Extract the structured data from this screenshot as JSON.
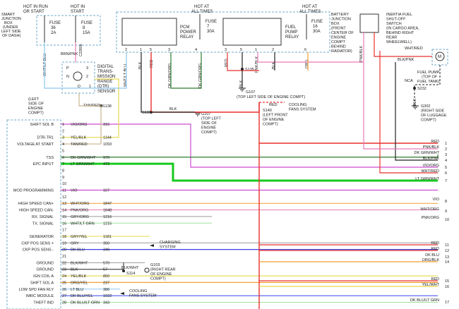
{
  "top_left": {
    "hot_run_start": [
      "HOT IN RUN",
      "OR START"
    ],
    "hot_start": [
      "HOT IN",
      "START"
    ],
    "smart_jb": [
      "SMART",
      "JUNCTION",
      "BOX",
      "(UNDER",
      "LEFT SIDE",
      "OF DASH)"
    ],
    "fuse36": [
      "FUSE",
      "36",
      "2A"
    ],
    "fuse8": [
      "FUSE",
      "8",
      "15A"
    ],
    "brn_pnk": "BRN/PNK",
    "wht_lt_blu": "WHT/LT BLU",
    "c2280b": "C2280b",
    "dtr": [
      "DIGITAL",
      "TRANS-",
      "MISSION",
      "RANGE",
      "(DTR)",
      "SENSOR"
    ],
    "dtr_pins": [
      "P",
      "N",
      "D",
      "3",
      "2",
      "1"
    ]
  },
  "bjb": {
    "hot_all_times_a": [
      "HOT AT",
      "ALL TIMES"
    ],
    "hot_all_times_b": [
      "HOT AT",
      "ALL TIMES"
    ],
    "pcm_relay": [
      "PCM",
      "POWER",
      "RELAY"
    ],
    "fuse7": [
      "FUSE",
      "7",
      "30A"
    ],
    "fuel_relay": [
      "FUEL",
      "PUMP",
      "RELAY"
    ],
    "fuse16": [
      "FUSE",
      "16",
      "30A"
    ],
    "box_label": [
      "BATTERY",
      "JUNCTION",
      "BOX",
      "(FRONT",
      "CENTER OF",
      "ENGINE",
      "COMPT",
      "BEHIND",
      "RADIATOR)"
    ],
    "pins": [
      "2",
      "1",
      "5",
      "3",
      "4",
      "3",
      "5",
      "1",
      "2",
      "6"
    ],
    "wires": [
      "WHT/LT BLU",
      "BLK",
      "RED",
      "DK GRN/ORG",
      "DK GRN/ORG",
      "RED",
      "BLK",
      "PNK/BLK",
      "BLK",
      "ORG"
    ],
    "s135": "S135",
    "g107": [
      "G107",
      "(TOP LEFT SIDE OF ENGINE COMPT)"
    ],
    "s140": [
      "S140",
      "(LEFT FRONT",
      "OF ENGINE",
      "COMPT)"
    ],
    "cooling": [
      "COOLING",
      "FANS SYSTEM"
    ],
    "red": "RED",
    "blk": "BLK"
  },
  "left_mid": {
    "left_engine": [
      "(LEFT",
      "SIDE OF",
      "ENGINE",
      "COMPT)"
    ],
    "tan_red": "TAN/RED",
    "s138": "S138",
    "s137": "S137",
    "g107b": [
      "G107",
      "(TOP LEFT",
      "SIDE OF",
      "ENGINE",
      "COMPT)"
    ]
  },
  "right_side": {
    "inertia": [
      "INERTIA FUEL",
      "SHUT-OFF",
      "SWITCH",
      "(IN CARGO AREA,",
      "BEHIND RIGHT",
      "REAR",
      "WHEELWELL)"
    ],
    "pnk_blk": "PNK/BLK",
    "wht_red": "WHT/RED",
    "blk_pnk": "BLK/PNK",
    "fuel_pump": [
      "FUEL PUMP",
      "(TOP OF",
      "FUEL TANK)"
    ],
    "nca": "NCA",
    "s232": "S232",
    "g302": [
      "G302",
      "(RIGHT SIDE",
      "OF LUGGAGE",
      "COMPT)"
    ],
    "motor": "M"
  },
  "pcm_rows": [
    {
      "label": "SHIFT SOL B",
      "pin": "1",
      "color": "VIO/ORG",
      "circuit": "315"
    },
    {
      "label": "",
      "pin": "2",
      "color": "",
      "circuit": ""
    },
    {
      "label": "DTR-TR1",
      "pin": "3",
      "color": "YEL/BLK",
      "circuit": "1144"
    },
    {
      "label": "VOLTAGE AT START",
      "pin": "4",
      "color": "TAN/RED",
      "circuit": "1093"
    },
    {
      "label": "",
      "pin": "5",
      "color": "",
      "circuit": ""
    },
    {
      "label": "TSS",
      "pin": "6",
      "color": "DK GRN/WHT",
      "circuit": "970"
    },
    {
      "label": "EPC INPUT",
      "pin": "7",
      "color": "LT GRN/WHT",
      "circuit": "472"
    },
    {
      "label": "",
      "pin": "8",
      "color": "",
      "circuit": ""
    },
    {
      "label": "",
      "pin": "9",
      "color": "",
      "circuit": ""
    },
    {
      "label": "",
      "pin": "10",
      "color": "",
      "circuit": ""
    },
    {
      "label": "MOD PROGRAMMING",
      "pin": "11",
      "color": "VIO",
      "circuit": "107"
    },
    {
      "label": "",
      "pin": "12",
      "color": "",
      "circuit": ""
    },
    {
      "label": "HIGH SPEED CAN+",
      "pin": "13",
      "color": "WHT/ORG",
      "circuit": "1847"
    },
    {
      "label": "HIGH SPEED CAN-",
      "pin": "14",
      "color": "PNK/ORG",
      "circuit": "1848"
    },
    {
      "label": "RX. SIGNAL",
      "pin": "15",
      "color": "GRY/ORG",
      "circuit": "1216"
    },
    {
      "label": "TX. SIGNAL",
      "pin": "16",
      "color": "WHT/LT GRN",
      "circuit": "1215"
    },
    {
      "label": "",
      "pin": "17",
      "color": "",
      "circuit": ""
    },
    {
      "label": "GENERATOR",
      "pin": "18",
      "color": "GRY/YEL",
      "circuit": "1181"
    },
    {
      "label": "CKP POS SENS +",
      "pin": "19",
      "color": "GRY",
      "circuit": "350"
    },
    {
      "label": "CKP POS SENS -",
      "pin": "20",
      "color": "DK BLU",
      "circuit": "349"
    },
    {
      "label": "",
      "pin": "21",
      "color": "",
      "circuit": ""
    },
    {
      "label": "GROUND",
      "pin": "22",
      "color": "BLK/WHT",
      "circuit": "570"
    },
    {
      "label": "GROUND",
      "pin": "23",
      "color": "BLK",
      "circuit": "57"
    },
    {
      "label": "IGN COIL A",
      "pin": "24",
      "color": "YEL/BLK",
      "circuit": "850"
    },
    {
      "label": "SHIFT SOL A",
      "pin": "25",
      "color": "ORG/YEL",
      "circuit": "237"
    },
    {
      "label": "LOW SPD FAN RLY",
      "pin": "26",
      "color": "LT BLU",
      "circuit": "386"
    },
    {
      "label": "IMRC MODULE",
      "pin": "27",
      "color": "DK BLU/YEL",
      "circuit": "1022"
    },
    {
      "label": "THEFT IND",
      "pin": "28",
      "color": "DK BLU/LT GRN",
      "circuit": "343"
    }
  ],
  "mid_labels": {
    "charging": [
      "CHARGING",
      "SYSTEM"
    ],
    "s114": "S114",
    "blk_wht": "BLK/WHT",
    "g103": [
      "G103",
      "(RIGHT REAR",
      "OF ENGINE",
      "COMPT)"
    ],
    "cooling2": [
      "COOLING",
      "FANS SYSTEM"
    ]
  },
  "right_rows": [
    {
      "pin": "1",
      "label": "RED"
    },
    {
      "pin": "2",
      "label": "PNK/BLK"
    },
    {
      "pin": "3",
      "label": "DK GRN/WHT"
    },
    {
      "pin": "4",
      "label": "BLK/PNK"
    },
    {
      "pin": "5",
      "label": "VIO/ORG"
    },
    {
      "pin": "6",
      "label": "WHT/RED"
    },
    {
      "pin": "7",
      "label": "LT GRN/WHT"
    },
    {
      "pin": "8",
      "label": "VIO"
    },
    {
      "pin": "9",
      "label": "WHT/ORG"
    },
    {
      "pin": "10",
      "label": "PNK/ORG"
    },
    {
      "pin": "11",
      "label": "RED"
    },
    {
      "pin": "12",
      "label": "RED"
    },
    {
      "pin": "13",
      "label": "DK BLU"
    },
    {
      "pin": "14",
      "label": "ORG/BLK"
    },
    {
      "pin": "15",
      "label": "RED"
    },
    {
      "pin": "16",
      "label": "YEL/WHT"
    },
    {
      "pin": "17",
      "label": "DK BLU/LT GRN"
    }
  ],
  "colors": {
    "red": "#e8312d",
    "pink": "#e87ab7",
    "green": "#16c91e",
    "violet": "#cf4bd2",
    "lt_green": "#9ee09e",
    "gray": "#9a9a9a",
    "blue": "#3c41e6",
    "yellow": "#e6d84c",
    "tan": "#c9b38f",
    "orange": "#f0a030",
    "lt_blue": "#8cc8f0",
    "dk_green": "#2d7d2d",
    "frame_blue": "#6fa8c8"
  }
}
